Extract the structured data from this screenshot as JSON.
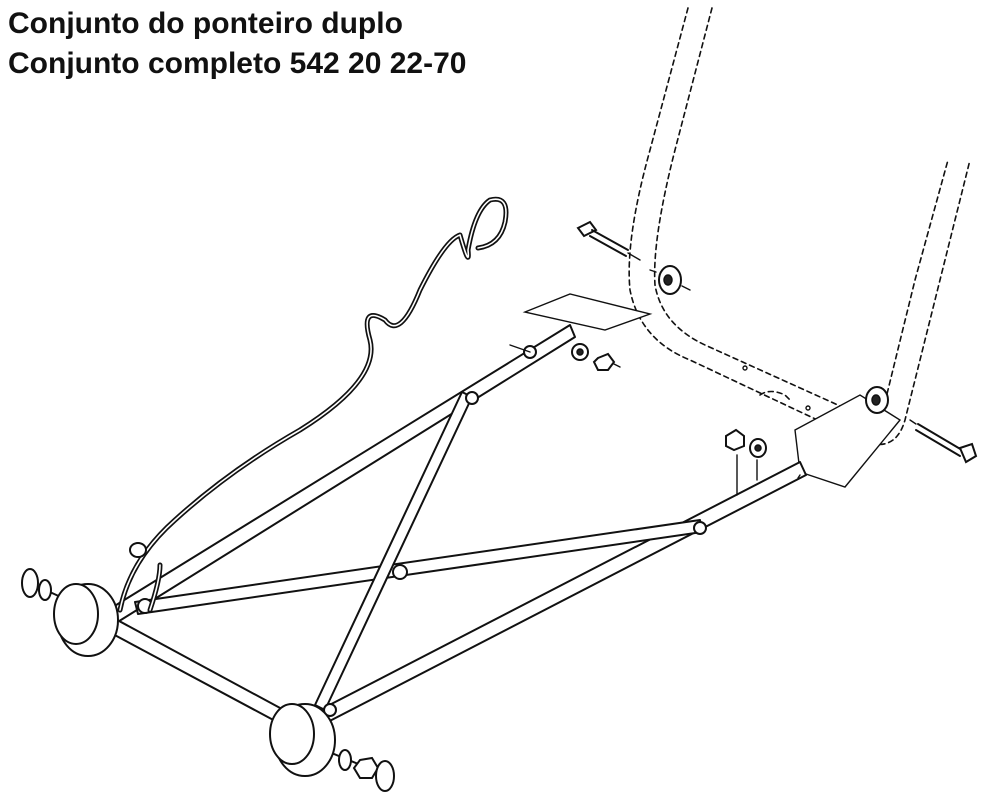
{
  "title": {
    "line1": "Conjunto do ponteiro duplo",
    "line2": "Conjunto completo 542 20 22-70"
  },
  "drawing": {
    "subject": "exploded-assembly-diagram"
  }
}
